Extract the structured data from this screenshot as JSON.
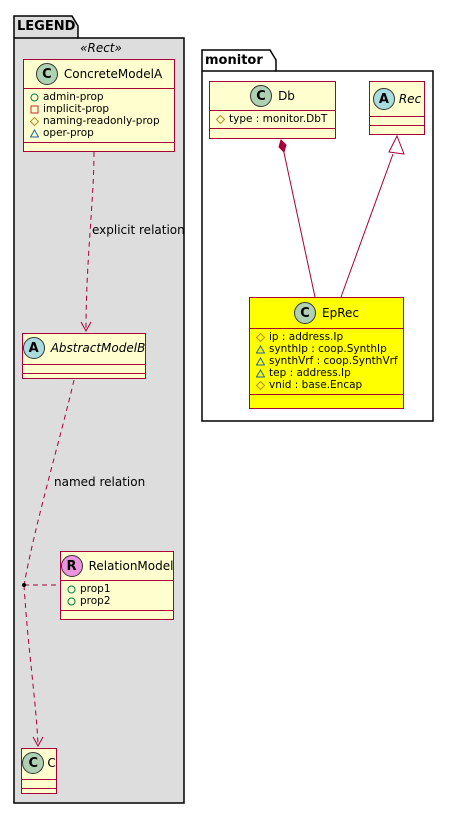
{
  "colors": {
    "class_fill": "#FEFECE",
    "class_border": "#A80036",
    "highlight_fill": "#FFFF00",
    "package_fill": "#DDDDDD",
    "badge_concrete": "#ADD1B2",
    "badge_abstract": "#A9DCDF",
    "badge_relation": "#EB93DF"
  },
  "legend": {
    "title": "LEGEND",
    "stereotype": "«Rect»",
    "concrete_model": {
      "badge": "C",
      "name": "ConcreteModelA",
      "attrs": [
        {
          "vis": "public",
          "text": "admin-prop"
        },
        {
          "vis": "private",
          "text": "implicit-prop"
        },
        {
          "vis": "protected",
          "text": "naming-readonly-prop"
        },
        {
          "vis": "package",
          "text": "oper-prop"
        }
      ]
    },
    "abstract_model": {
      "badge": "A",
      "name": "AbstractModelB"
    },
    "relation_model": {
      "badge": "R",
      "name": "RelationModel",
      "attrs": [
        {
          "vis": "public",
          "text": "prop1"
        },
        {
          "vis": "public",
          "text": "prop2"
        }
      ]
    },
    "class_c": {
      "badge": "C",
      "name": "C"
    },
    "explicit_relation_label": "explicit relation",
    "named_relation_label": "named relation"
  },
  "monitor": {
    "title": "monitor",
    "db": {
      "badge": "C",
      "name": "Db",
      "attrs": [
        {
          "vis": "protected",
          "text": "type : monitor.DbT"
        }
      ]
    },
    "rec": {
      "badge": "A",
      "name": "Rec"
    },
    "eprec": {
      "badge": "C",
      "name": "EpRec",
      "attrs": [
        {
          "vis": "protected",
          "text": "ip : address.Ip"
        },
        {
          "vis": "package",
          "text": "synthIp : coop.SynthIp"
        },
        {
          "vis": "package",
          "text": "synthVrf : coop.SynthVrf"
        },
        {
          "vis": "package",
          "text": "tep : address.Ip"
        },
        {
          "vis": "protected",
          "text": "vnid : base.Encap"
        }
      ]
    }
  }
}
